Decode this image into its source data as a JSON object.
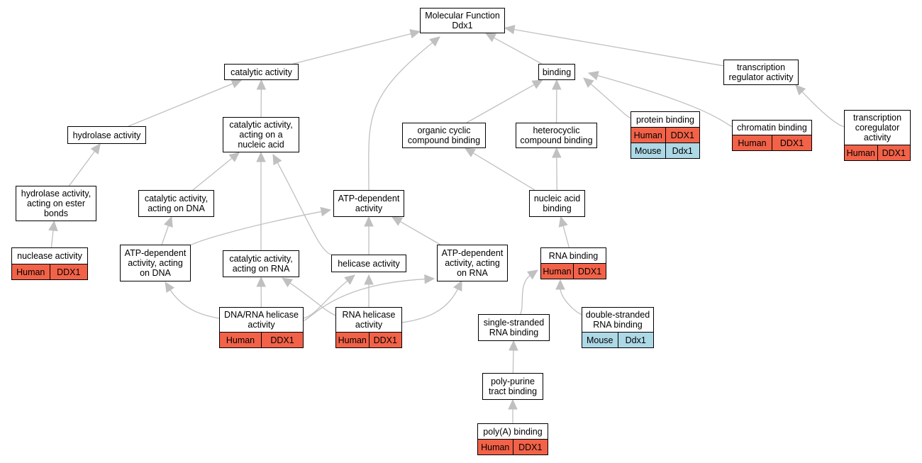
{
  "colors": {
    "edge": "#c0c0c0",
    "human": "#f26248",
    "mouse": "#add8e6"
  },
  "nodes": [
    {
      "id": "mf",
      "label": "Molecular Function\nDdx1",
      "annotations": []
    },
    {
      "id": "catalytic",
      "label": "catalytic activity",
      "annotations": []
    },
    {
      "id": "binding",
      "label": "binding",
      "annotations": []
    },
    {
      "id": "txreg",
      "label": "transcription\nregulator activity",
      "annotations": []
    },
    {
      "id": "hydrolase",
      "label": "hydrolase activity",
      "annotations": []
    },
    {
      "id": "cat_nucleic",
      "label": "catalytic activity,\nacting on a\nnucleic acid",
      "annotations": []
    },
    {
      "id": "organic",
      "label": "organic cyclic\ncompound binding",
      "annotations": []
    },
    {
      "id": "hetero",
      "label": "heterocyclic\ncompound binding",
      "annotations": []
    },
    {
      "id": "protein",
      "label": "protein binding",
      "annotations": [
        {
          "species": "Human",
          "gene": "DDX1"
        },
        {
          "species": "Mouse",
          "gene": "Ddx1"
        }
      ]
    },
    {
      "id": "chromatin",
      "label": "chromatin binding",
      "annotations": [
        {
          "species": "Human",
          "gene": "DDX1"
        }
      ]
    },
    {
      "id": "txcoreg",
      "label": "transcription\ncoregulator\nactivity",
      "annotations": [
        {
          "species": "Human",
          "gene": "DDX1"
        }
      ]
    },
    {
      "id": "hydro_ester",
      "label": "hydrolase activity,\nacting on ester\nbonds",
      "annotations": []
    },
    {
      "id": "cat_dna",
      "label": "catalytic activity,\nacting on DNA",
      "annotations": []
    },
    {
      "id": "atp",
      "label": "ATP-dependent\nactivity",
      "annotations": []
    },
    {
      "id": "nucbind",
      "label": "nucleic acid\nbinding",
      "annotations": []
    },
    {
      "id": "nuclease",
      "label": "nuclease activity",
      "annotations": [
        {
          "species": "Human",
          "gene": "DDX1"
        }
      ]
    },
    {
      "id": "atp_dna",
      "label": "ATP-dependent\nactivity, acting\non DNA",
      "annotations": []
    },
    {
      "id": "cat_rna",
      "label": "catalytic activity,\nacting on RNA",
      "annotations": []
    },
    {
      "id": "helicase",
      "label": "helicase activity",
      "annotations": []
    },
    {
      "id": "atp_rna",
      "label": "ATP-dependent\nactivity, acting\non RNA",
      "annotations": []
    },
    {
      "id": "rnabind",
      "label": "RNA binding",
      "annotations": [
        {
          "species": "Human",
          "gene": "DDX1"
        }
      ]
    },
    {
      "id": "dnarna_hel",
      "label": "DNA/RNA helicase\nactivity",
      "annotations": [
        {
          "species": "Human",
          "gene": "DDX1"
        }
      ]
    },
    {
      "id": "rna_hel",
      "label": "RNA helicase\nactivity",
      "annotations": [
        {
          "species": "Human",
          "gene": "DDX1"
        }
      ]
    },
    {
      "id": "ssrna",
      "label": "single-stranded\nRNA binding",
      "annotations": []
    },
    {
      "id": "dsrna",
      "label": "double-stranded\nRNA binding",
      "annotations": [
        {
          "species": "Mouse",
          "gene": "Ddx1"
        }
      ]
    },
    {
      "id": "polypurine",
      "label": "poly-purine\ntract binding",
      "annotations": []
    },
    {
      "id": "polya",
      "label": "poly(A) binding",
      "annotations": [
        {
          "species": "Human",
          "gene": "DDX1"
        }
      ]
    }
  ],
  "edges": [
    {
      "from": "catalytic",
      "to": "mf"
    },
    {
      "from": "binding",
      "to": "mf"
    },
    {
      "from": "txreg",
      "to": "mf"
    },
    {
      "from": "atp",
      "to": "mf"
    },
    {
      "from": "hydrolase",
      "to": "catalytic"
    },
    {
      "from": "cat_nucleic",
      "to": "catalytic"
    },
    {
      "from": "organic",
      "to": "binding"
    },
    {
      "from": "hetero",
      "to": "binding"
    },
    {
      "from": "protein",
      "to": "binding"
    },
    {
      "from": "chromatin",
      "to": "binding"
    },
    {
      "from": "txcoreg",
      "to": "txreg"
    },
    {
      "from": "hydro_ester",
      "to": "hydrolase"
    },
    {
      "from": "cat_dna",
      "to": "cat_nucleic"
    },
    {
      "from": "cat_rna",
      "to": "cat_nucleic"
    },
    {
      "from": "helicase",
      "to": "cat_nucleic"
    },
    {
      "from": "nucbind",
      "to": "organic"
    },
    {
      "from": "nucbind",
      "to": "hetero"
    },
    {
      "from": "nuclease",
      "to": "hydro_ester"
    },
    {
      "from": "atp_dna",
      "to": "cat_dna"
    },
    {
      "from": "atp_dna",
      "to": "atp"
    },
    {
      "from": "helicase",
      "to": "atp"
    },
    {
      "from": "atp_rna",
      "to": "atp"
    },
    {
      "from": "rnabind",
      "to": "nucbind"
    },
    {
      "from": "dnarna_hel",
      "to": "atp_dna"
    },
    {
      "from": "dnarna_hel",
      "to": "cat_rna"
    },
    {
      "from": "dnarna_hel",
      "to": "helicase"
    },
    {
      "from": "rna_hel",
      "to": "cat_rna"
    },
    {
      "from": "rna_hel",
      "to": "helicase"
    },
    {
      "from": "rna_hel",
      "to": "atp_rna"
    },
    {
      "from": "dnarna_hel",
      "to": "atp_rna"
    },
    {
      "from": "ssrna",
      "to": "rnabind"
    },
    {
      "from": "dsrna",
      "to": "rnabind"
    },
    {
      "from": "polypurine",
      "to": "ssrna"
    },
    {
      "from": "polya",
      "to": "polypurine"
    }
  ]
}
